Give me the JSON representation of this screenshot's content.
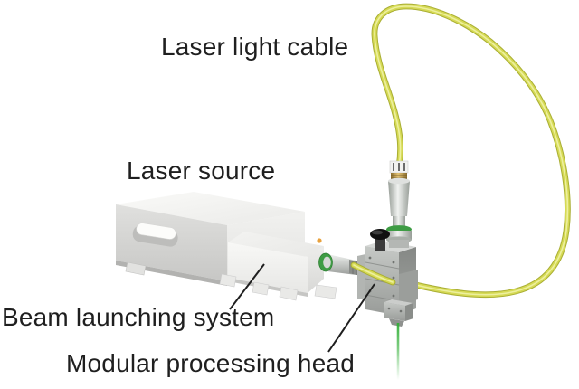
{
  "figure": {
    "labels": {
      "laser_light_cable": "Laser light cable",
      "laser_source": "Laser source",
      "beam_launching_system": "Beam launching system",
      "modular_processing_head": "Modular processing head"
    },
    "colors": {
      "label_text": "#1f1f1f",
      "cable": "#d6da55",
      "cable_dark": "#a9ae33",
      "cable_highlight": "#eff2a6",
      "beam": "#35b23a",
      "connector_ring": "#3e9c44",
      "knob": "#101010",
      "brass": "#c8a955",
      "warning_dot": "#e8a13c",
      "box_gray": "#d6d6d4"
    }
  }
}
